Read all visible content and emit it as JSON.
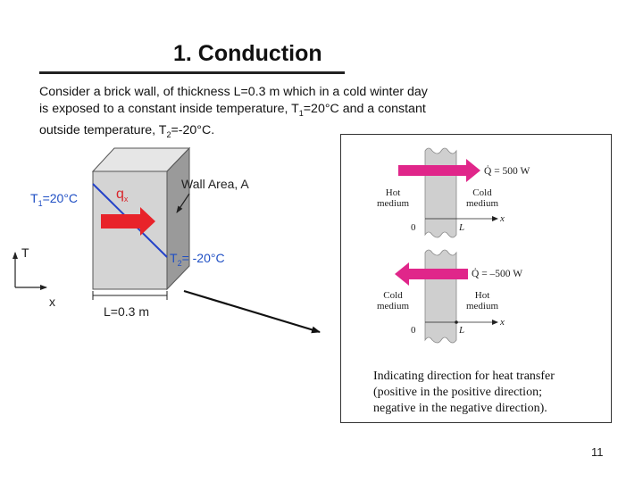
{
  "slide": {
    "title": "1. Conduction",
    "intro": {
      "line1": "Consider a brick wall, of thickness L=0.3 m which in a cold winter day",
      "line2_pre": "is exposed to a constant inside temperature, T",
      "line2_sub": "1",
      "line2_post": "=20°C and a constant",
      "line3_pre": "outside temperature, T",
      "line3_sub": "2",
      "line3_post": "=-20°C."
    },
    "page_number": "11"
  },
  "wall_figure": {
    "t1_pre": "T",
    "t1_sub": "1",
    "t1_post": "=20°C",
    "qx_main": "q",
    "qx_sub": "x",
    "area_label": "Wall Area, A",
    "t2_pre": "T",
    "t2_sub": "2",
    "t2_post": "= -20°C",
    "thickness_label": "L=0.3 m",
    "axis_t": "T",
    "axis_x": "x",
    "colors": {
      "wall_front": "#d4d4d4",
      "wall_top": "#e6e6e6",
      "wall_side": "#9a9a9a",
      "gradient_line": "#2442c8",
      "heat_arrow": "#e8232a"
    }
  },
  "panel": {
    "top": {
      "q_symbol": "Q̇",
      "q_value": "= 500 W",
      "left_medium": [
        "Hot",
        "medium"
      ],
      "right_medium": [
        "Cold",
        "medium"
      ],
      "origin": "0",
      "length": "L",
      "axis": "x"
    },
    "bottom": {
      "q_symbol": "Q̇",
      "q_value": "= –500 W",
      "left_medium": [
        "Cold",
        "medium"
      ],
      "right_medium": [
        "Hot",
        "medium"
      ],
      "origin": "0",
      "length": "L",
      "axis": "x"
    },
    "caption": {
      "line1": "Indicating direction for heat transfer",
      "line2": "(positive in the positive direction;",
      "line3": "negative in the negative direction)."
    },
    "colors": {
      "wall": "#cfcfcf",
      "arrow": "#e0268a"
    }
  }
}
